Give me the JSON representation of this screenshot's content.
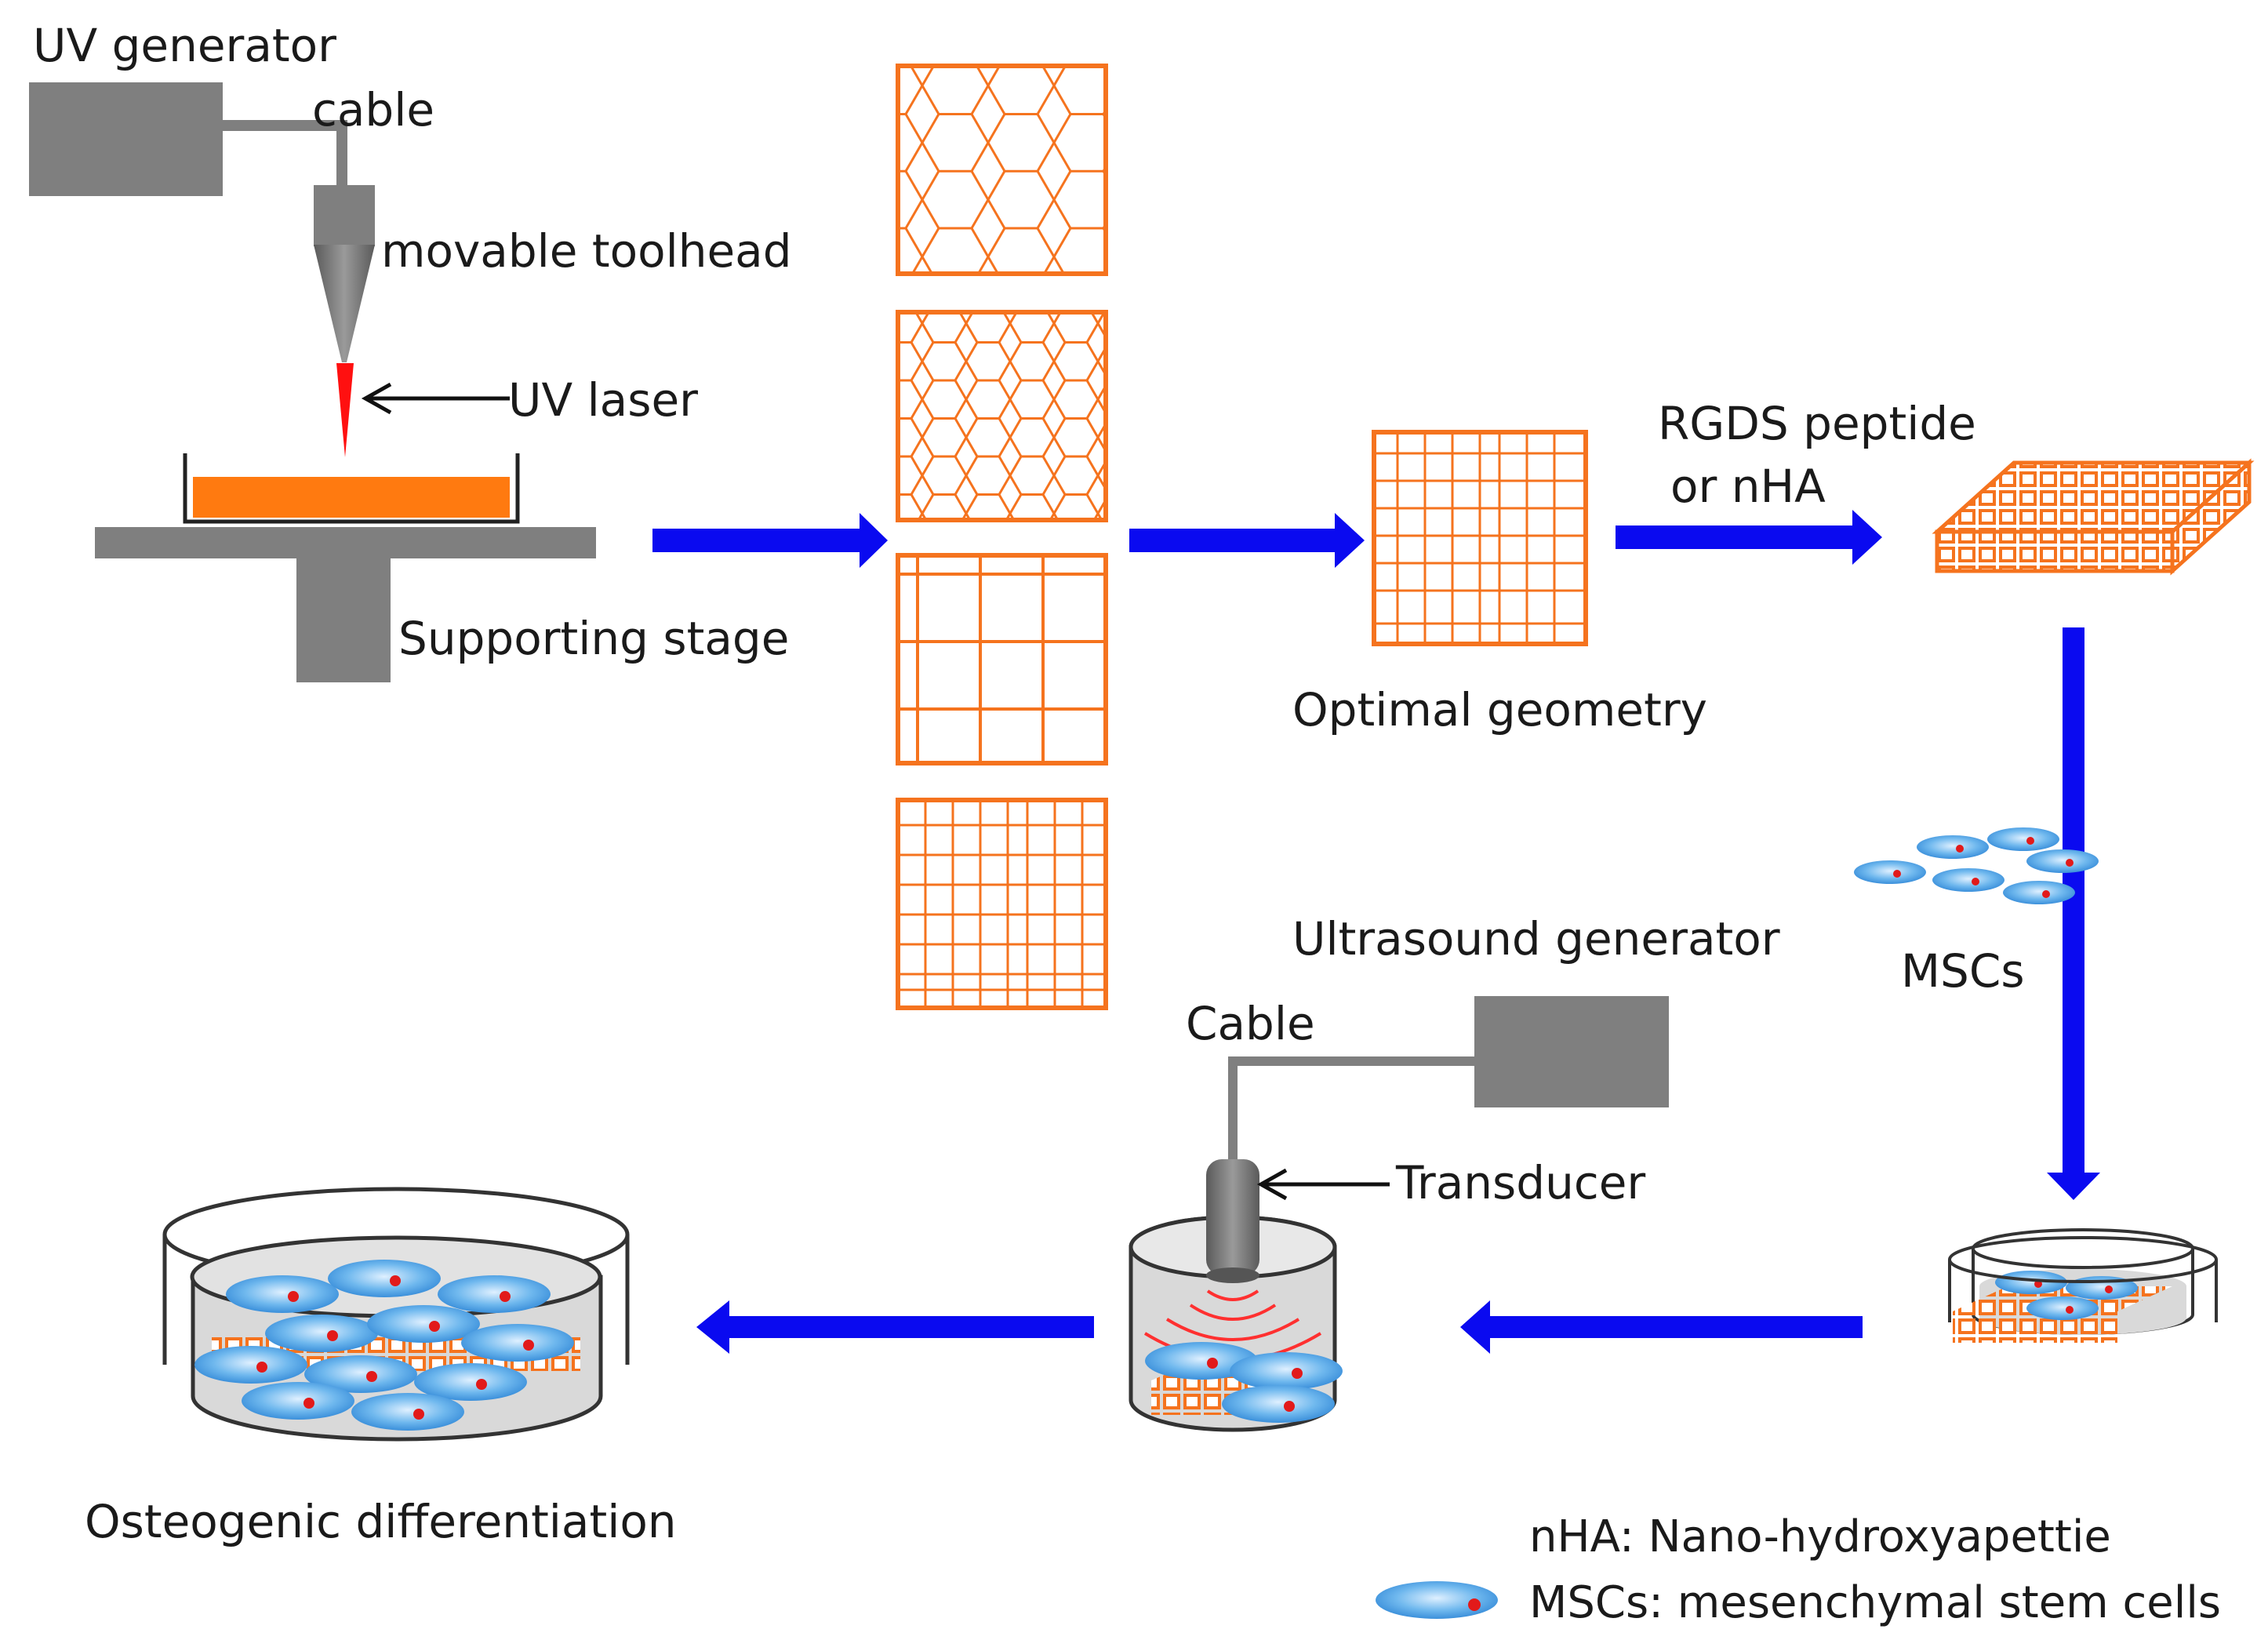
{
  "labels": {
    "uv_generator": "UV generator",
    "cable_top": "cable",
    "toolhead": "movable toolhead",
    "uv_laser": "UV laser",
    "supporting_stage": "Supporting stage",
    "rgds_line1": "RGDS peptide",
    "rgds_line2": "or nHA",
    "optimal_geometry": "Optimal geometry",
    "mscs": "MSCs",
    "ultrasound_generator": "Ultrasound generator",
    "cable_bottom": "Cable",
    "transducer": "Transducer",
    "osteogenic": "Osteogenic differentiation"
  },
  "legend": {
    "nha": "nHA: Nano-hydroxyapettie",
    "mscs": "MSCs: mesenchymal stem cells"
  },
  "colors": {
    "arrow": "#0a0af0",
    "scaffold": "#f5731e",
    "equipment": "#7f7f7f",
    "laser": "#ff1010",
    "resin": "#ff7a10",
    "cell": "#4aa3e6",
    "nucleus": "#e21a1a"
  }
}
